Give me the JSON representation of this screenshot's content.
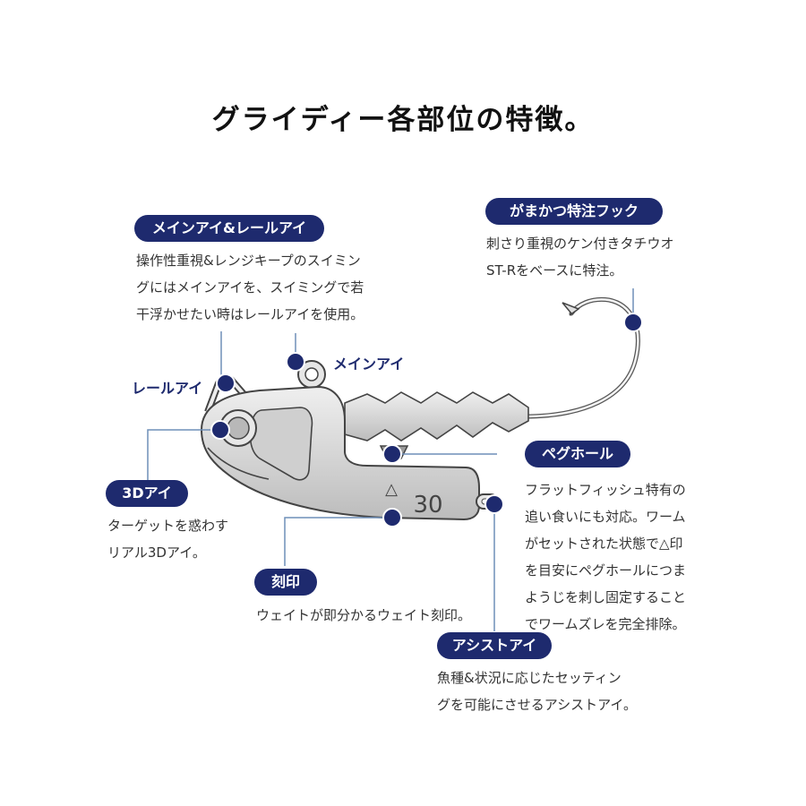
{
  "title": "グライディー各部位の特徴。",
  "colors": {
    "accent": "#1e2a6e",
    "line": "#6f8fb8",
    "body": "#d9d9d9"
  },
  "labels": [
    {
      "id": "main-rail-eye",
      "label": "メインアイ&レールアイ",
      "desc": "操作性重視&レンジキープのスイミン\nグにはメインアイを、スイミングで若\n干浮かせたい時はレールアイを使用。"
    },
    {
      "id": "hook",
      "label": "がまかつ特注フック",
      "desc": "刺さり重視のケン付きタチウオ\nST-Rをベースに特注。"
    },
    {
      "id": "3d-eye",
      "label": "3Dアイ",
      "desc": "ターゲットを惑わす\nリアル3Dアイ。"
    },
    {
      "id": "peg-hole",
      "label": "ペグホール",
      "desc": "フラットフィッシュ特有の\n追い食いにも対応。ワーム\nがセットされた状態で△印\nを目安にペグホールにつま\nようじを刺し固定すること\nでワームズレを完全排除。"
    },
    {
      "id": "stamp",
      "label": "刻印",
      "desc": "ウェイトが即分かるウェイト刻印。"
    },
    {
      "id": "assist-eye",
      "label": "アシストアイ",
      "desc": "魚種&状況に応じたセッティン\nグを可能にさせるアシストアイ。"
    }
  ],
  "callouts": {
    "rail_eye": "レールアイ",
    "main_eye": "メインアイ"
  },
  "lure": {
    "weight_mark": "30",
    "triangle_mark": "△"
  }
}
